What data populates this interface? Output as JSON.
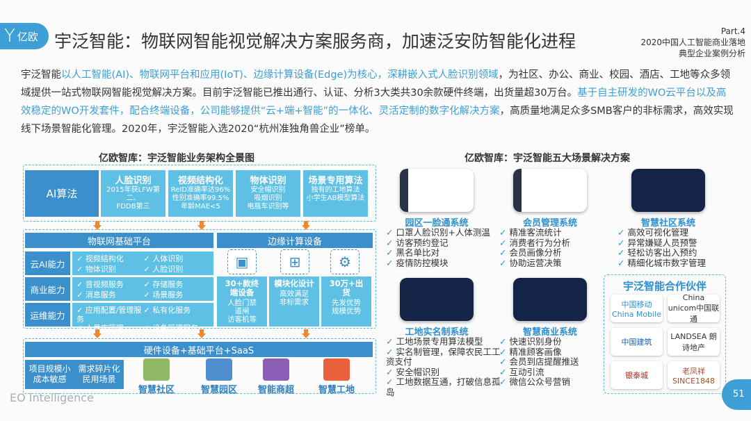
{
  "header": {
    "logo_text": "亿欧",
    "title": "宇泛智能：物联网智能视觉解决方案服务商，加速泛安防智能化进程",
    "part": "Part.4",
    "sub1": "2020中国人工智能商业落地",
    "sub2": "典型企业案例分析"
  },
  "intro": {
    "p1": "宇泛智能",
    "h1": "以人工智能(AI)、物联网平台和应用(IoT)、边缘计算设备(Edge)为核心，深耕嵌入式人脸识别领域",
    "p2": "，为社区、办公、商业、校园、酒店、工地等众多领域提供一站式物联网智能视觉解决方案。目前宇泛智能已推出通行、认证、分析3大类共30余款硬件终端，出货量超30万台。",
    "h2": "基于自主研发的WO云平台以及高效稳定的WO开发套件，配合终端设备，公司能够提供“云+端+智能”的一体化、灵活定制的数字化解决方案",
    "p3": "，高质量地满足众多SMB客户的非标需求，高效实现线下场景智能化管理。2020年，宇泛智能入选2020“杭州准独角兽企业”榜单。"
  },
  "arch": {
    "title": "亿欧智库：宇泛智能业务架构全景图",
    "ai": "AI算法",
    "algos": [
      {
        "h": "人脸识别",
        "l": [
          "2015年获LFW第二、",
          "FDDB第三"
        ]
      },
      {
        "h": "视频结构化",
        "l": [
          "ReID准确率达96%",
          "性别准确率99.5%",
          "年龄MAE<5"
        ]
      },
      {
        "h": "物体识别",
        "l": [
          "安全帽识别",
          "吸烟识别",
          "电瓶车识别等"
        ]
      },
      {
        "h": "场景专用算法",
        "l": [
          "独有的工地算法",
          "小学生AB模型算法"
        ]
      }
    ],
    "iot": "物联网基础平台",
    "edge": "边缘计算设备",
    "rows": [
      {
        "label": "云AI能力",
        "items": [
          "视频结构化",
          "人体识别",
          "物体识别",
          "人脸识别"
        ]
      },
      {
        "label": "商业能力",
        "items": [
          "音视频服务",
          "存储服务",
          "消息服务",
          "场景服务"
        ]
      },
      {
        "label": "运维能力",
        "items": [
          "应用配置/管理服务",
          "私有化服务",
          "人员库管理",
          "设备管理服务"
        ]
      }
    ],
    "edge_cols": [
      {
        "h": "30+款终端设备",
        "l": "人脸门禁\n道闸\n访客机等"
      },
      {
        "h": "模块化设计",
        "l": "高效满足\n非标需求"
      },
      {
        "h": "30万+出货",
        "l": "先发优势\n规模优势"
      }
    ],
    "saas": "硬件设备+基础平台+SaaS",
    "feat1": "项目规模小\n成本敏感",
    "feat2": "需求碎片化\n民用场景",
    "scenes": [
      "智慧社区",
      "智慧园区",
      "智能商超",
      "智慧工地"
    ]
  },
  "solutions": {
    "title": "亿欧智库：宇泛智能五大场景解决方案",
    "items": [
      {
        "name": "园区一脸通系统",
        "bullets": [
          "口罩人脸识别+人体测温",
          "访客预约登记",
          "黑名单比对",
          "疫情防控模块"
        ]
      },
      {
        "name": "会员管理系统",
        "bullets": [
          "精准客流统计",
          "消费者行为分析",
          "会员画像分析",
          "协助运营决策"
        ]
      },
      {
        "name": "智慧社区系统",
        "bullets": [
          "高效可视化管理",
          "异常嫌疑人员预警",
          "轻松访客出入预约",
          "精细化城市数字管理"
        ]
      },
      {
        "name": "工地实名制系统",
        "bullets": [
          "工地场景专用算法模型",
          "实名制管理，保障农民工工资支付",
          "安全帽识别",
          "工地数据互通，打破信息孤岛"
        ]
      },
      {
        "name": "智慧商业系统",
        "bullets": [
          "快速识别身份",
          "精准顾客画像",
          "会员到店提醒推送",
          "互动引流",
          "微信公众号营销"
        ]
      }
    ]
  },
  "partners": {
    "title": "宇泛智能合作伙伴",
    "logos": [
      "中国移动 China Mobile",
      "China unicom中国联通",
      "中国建筑",
      "LANDSEA 朗诗地产",
      "银泰城",
      "老凤祥 SINCE1848"
    ]
  },
  "footer": {
    "brand": "EO Intelligence",
    "page": "51"
  }
}
